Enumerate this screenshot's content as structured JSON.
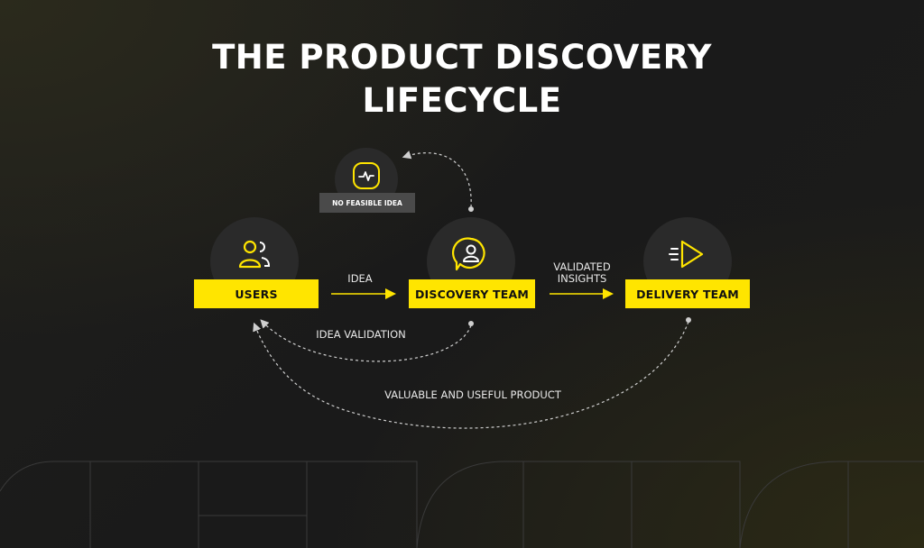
{
  "title": {
    "line1": "THE PRODUCT DISCOVERY",
    "line2": "LIFECYCLE"
  },
  "nodes": {
    "users": {
      "label": "USERS",
      "icon": "users-icon"
    },
    "discovery": {
      "label": "DISCOVERY TEAM",
      "icon": "discovery-team-icon"
    },
    "delivery": {
      "label": "DELIVERY TEAM",
      "icon": "delivery-play-icon"
    },
    "no_feasible": {
      "label": "NO FEASIBLE IDEA",
      "icon": "pulse-icon"
    }
  },
  "edges": {
    "idea": "IDEA",
    "validated_line1": "VALIDATED",
    "validated_line2": "INSIGHTS",
    "idea_validation": "IDEA VALIDATION",
    "valuable_product": "VALUABLE AND USEFUL PRODUCT"
  },
  "colors": {
    "accent": "#ffe500",
    "background": "#1c1c1c",
    "badge": "#4a4a4a"
  }
}
